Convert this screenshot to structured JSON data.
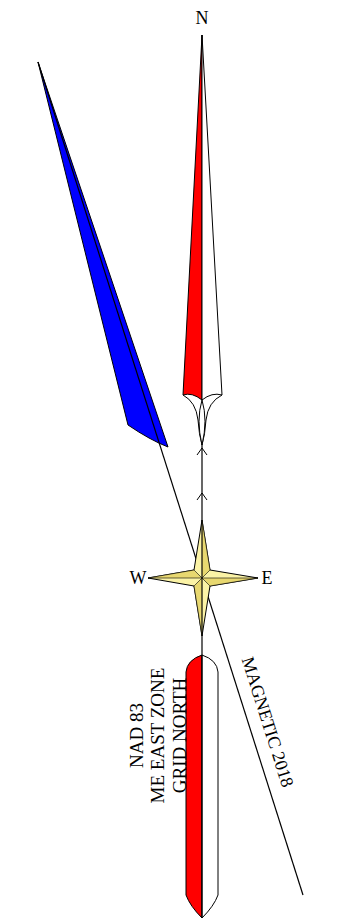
{
  "diagram": {
    "labels": [
      "N",
      "W",
      "E",
      "NAD 83",
      "ME EAST ZONE",
      "GRID NORTH",
      "MAGNETIC 2018"
    ]
  }
}
